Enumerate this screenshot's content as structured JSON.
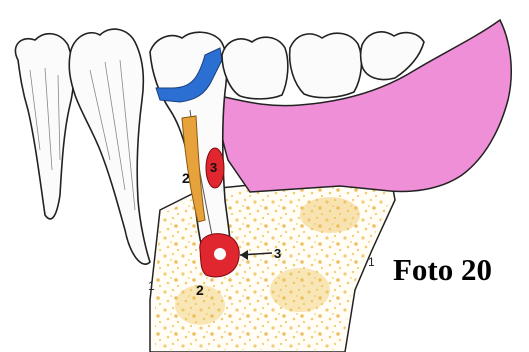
{
  "caption": "Foto 20",
  "labels": {
    "one_left": "1",
    "one_right": "1",
    "two_root": "2",
    "two_apex": "2",
    "three_canal": "3",
    "three_arrow": "3"
  },
  "colors": {
    "gingiva": "#ee8fd8",
    "filling": "#2c6fd3",
    "post": "#e8a23b",
    "lesion": "#e0262f",
    "bone_speckle": "#efc25a",
    "outline": "#222222"
  }
}
